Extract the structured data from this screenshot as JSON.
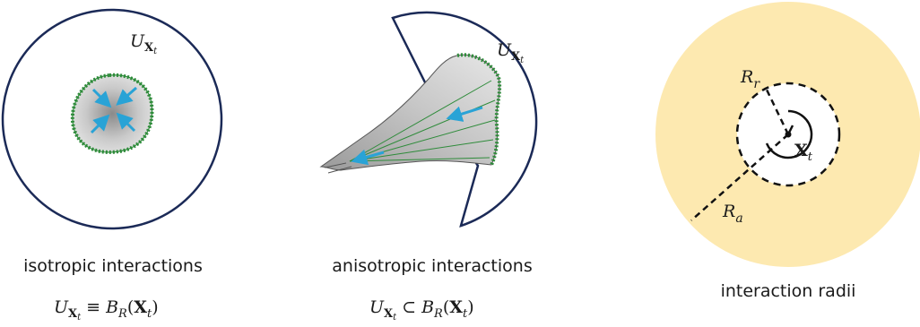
{
  "panels": [
    {
      "id": "isotropic",
      "region_label": {
        "symbol": "U",
        "subscript": "X",
        "subsub": "t"
      },
      "caption": "isotropic interactions",
      "formula": {
        "lhs": "U",
        "lhs_sub": "X",
        "lhs_subsub": "t",
        "relation": "≡",
        "rhs_fn": "B",
        "rhs_sub": "R",
        "arg_open": "(",
        "arg": "X",
        "arg_sub": "t",
        "arg_close": ")"
      }
    },
    {
      "id": "anisotropic",
      "region_label": {
        "symbol": "U",
        "subscript": "X",
        "subsub": "t"
      },
      "caption": "anisotropic interactions",
      "formula": {
        "lhs": "U",
        "lhs_sub": "X",
        "lhs_subsub": "t",
        "relation": "⊂",
        "rhs_fn": "B",
        "rhs_sub": "R",
        "arg_open": "(",
        "arg": "X",
        "arg_sub": "t",
        "arg_close": ")"
      }
    },
    {
      "id": "radii",
      "labels": {
        "repulsion": {
          "symbol": "R",
          "subscript": "r"
        },
        "attraction": {
          "symbol": "R",
          "subscript": "a"
        },
        "center": {
          "symbol": "X",
          "subscript": "t"
        }
      },
      "caption": "interaction radii"
    }
  ],
  "colors": {
    "outline": "#1b2a57",
    "cell_edge": "#2e8b3a",
    "arrow": "#29a3d6",
    "attraction_fill": "#fde9b0",
    "repulsion_fill": "#ffffff"
  }
}
